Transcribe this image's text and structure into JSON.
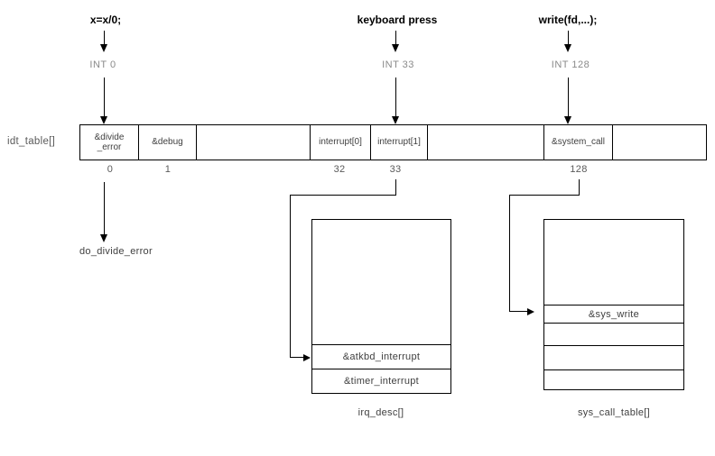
{
  "flows": [
    {
      "source": "x=x/0;",
      "int": "INT 0"
    },
    {
      "source": "keyboard press",
      "int": "INT 33"
    },
    {
      "source": "write(fd,...);",
      "int": "INT 128"
    }
  ],
  "idt": {
    "label": "idt_table[]",
    "cells": [
      {
        "text": "&divide\n_error",
        "index": "0"
      },
      {
        "text": "&debug",
        "index": "1"
      },
      {
        "text": "",
        "index": ""
      },
      {
        "text": "interrupt[0]",
        "index": "32"
      },
      {
        "text": "interrupt[1]",
        "index": "33"
      },
      {
        "text": "",
        "index": ""
      },
      {
        "text": "&system_call",
        "index": "128"
      },
      {
        "text": "",
        "index": ""
      }
    ]
  },
  "handler_label": "do_divide_error",
  "irq_desc": {
    "label": "irq_desc[]",
    "rows": [
      "&atkbd_interrupt",
      "&timer_interrupt"
    ]
  },
  "sys_call_table": {
    "label": "sys_call_table[]",
    "rows": [
      "&sys_write",
      "",
      "",
      ""
    ]
  },
  "colors": {
    "line": "#000000",
    "source_text": "#000000",
    "int_text": "#8a8a8a",
    "label_text": "#5a5a5a",
    "cell_text": "#3f3f3f"
  }
}
